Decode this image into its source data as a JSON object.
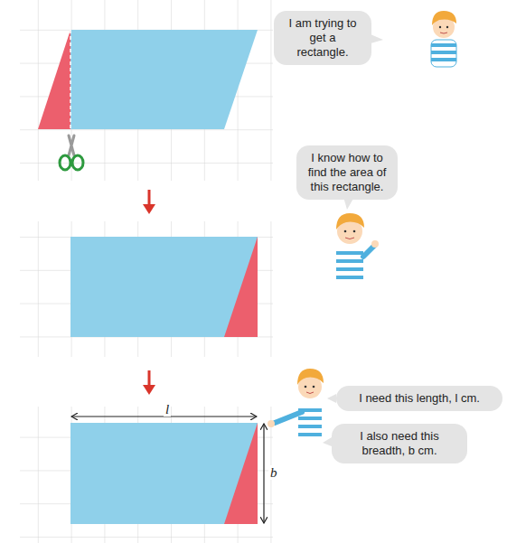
{
  "diagram": {
    "nodes": [
      {
        "text": [
          "I am trying to get a rectangle."
        ]
      },
      {
        "text": [
          "I know how to find the area of this rectangle."
        ]
      },
      {
        "text": [
          "I need this length, l cm."
        ]
      },
      {
        "text": [
          "I also need this breadth, b cm."
        ]
      }
    ],
    "labels": [
      "l",
      "b"
    ]
  }
}
